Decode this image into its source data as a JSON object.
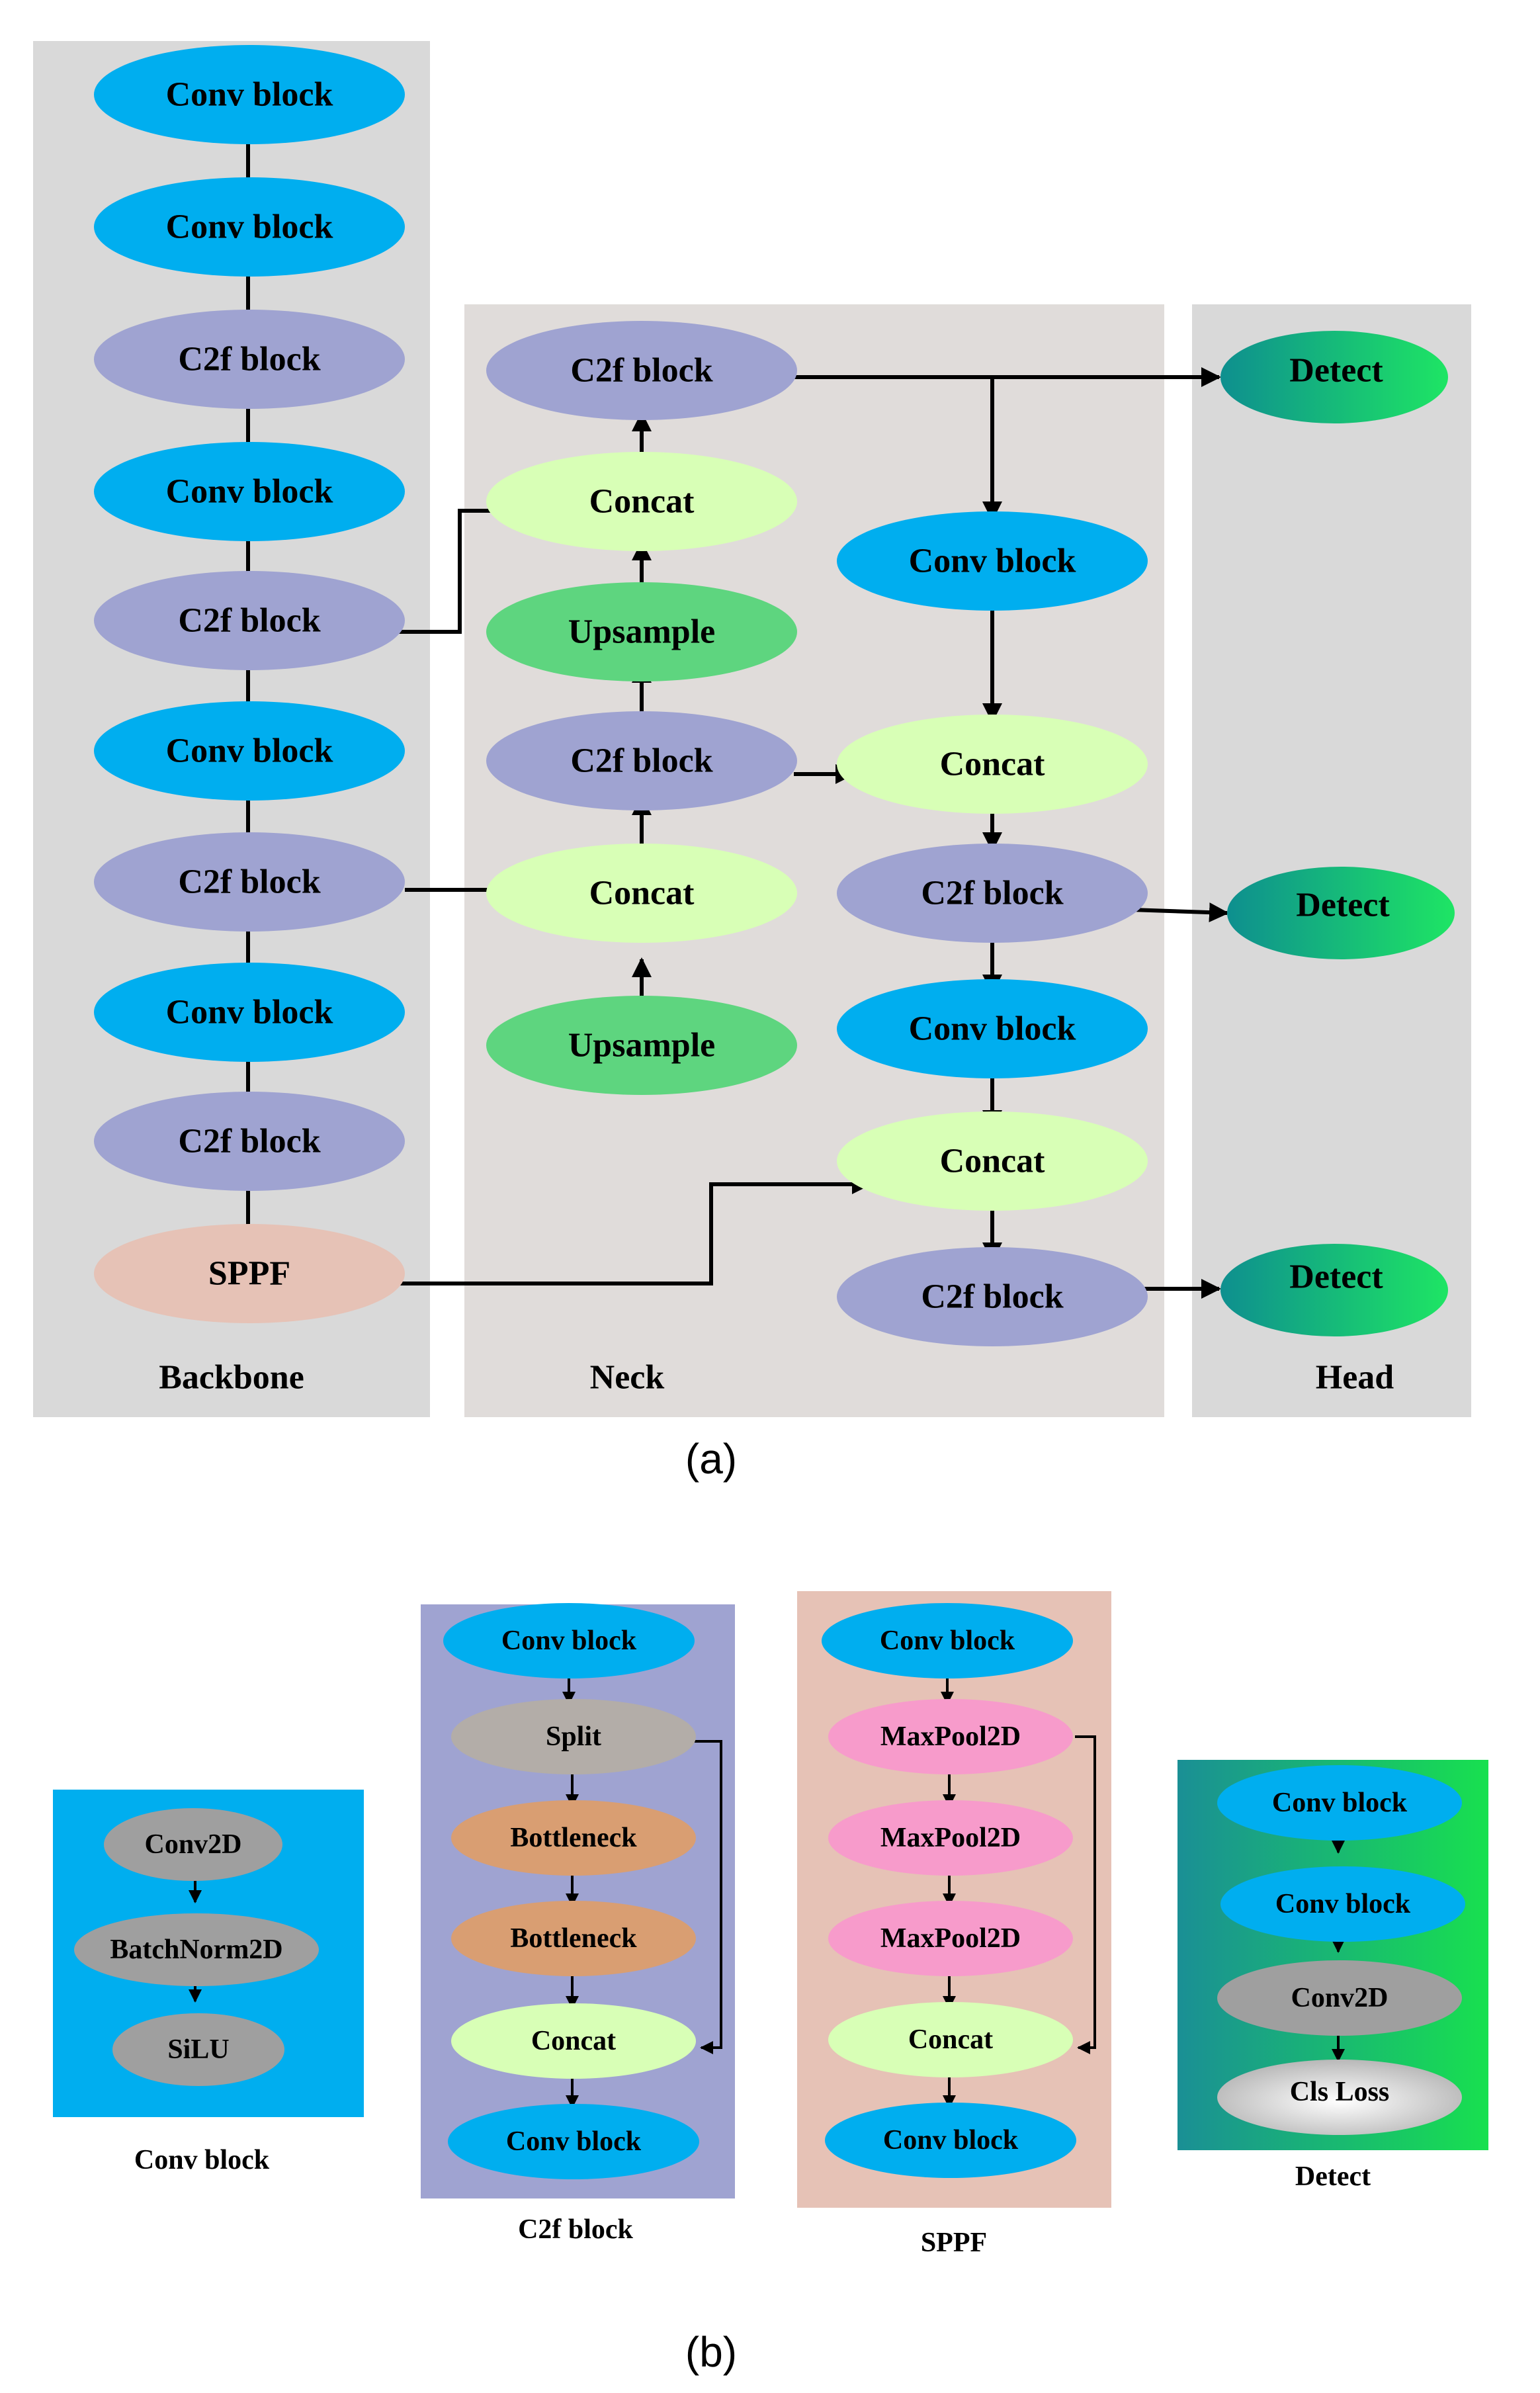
{
  "colors": {
    "panel_gray": "#d9d9d9",
    "neck_panel": "#e0dcda",
    "conv": "#00aeef",
    "c2f": "#9fa3d1",
    "concat": "#d8ffb6",
    "upsample": "#5ed57f",
    "sppf": "#e6c2b6",
    "detect_start": "#0e8f8f",
    "detect_end": "#1ee564",
    "gray_node": "#9f9f9f",
    "split": "#b3ada8",
    "bottleneck": "#d99e72",
    "maxpool": "#f79bcb",
    "cls_loss": "#e6e6e6"
  },
  "part_a": {
    "caption": "(a)",
    "backbone": {
      "label": "Backbone",
      "nodes": [
        "Conv block",
        "Conv block",
        "C2f block",
        "Conv block",
        "C2f block",
        "Conv block",
        "C2f block",
        "Conv block",
        "C2f block",
        "SPPF"
      ]
    },
    "neck": {
      "label": "Neck",
      "left_column": [
        "C2f block",
        "Concat",
        "Upsample",
        "C2f block",
        "Concat",
        "Upsample"
      ],
      "right_column": [
        "Conv block",
        "Concat",
        "C2f block",
        "Conv block",
        "Concat",
        "C2f block"
      ]
    },
    "head": {
      "label": "Head",
      "nodes": [
        "Detect",
        "Detect",
        "Detect"
      ]
    }
  },
  "part_b": {
    "caption": "(b)",
    "conv_block": {
      "label": "Conv block",
      "nodes": [
        "Conv2D",
        "BatchNorm2D",
        "SiLU"
      ]
    },
    "c2f_block": {
      "label": "C2f block",
      "nodes": [
        "Conv block",
        "Split",
        "Bottleneck",
        "Bottleneck",
        "Concat",
        "Conv block"
      ]
    },
    "sppf": {
      "label": "SPPF",
      "nodes": [
        "Conv block",
        "MaxPool2D",
        "MaxPool2D",
        "MaxPool2D",
        "Concat",
        "Conv block"
      ]
    },
    "detect": {
      "label": "Detect",
      "nodes": [
        "Conv block",
        "Conv block",
        "Conv2D",
        "Cls Loss"
      ]
    }
  }
}
